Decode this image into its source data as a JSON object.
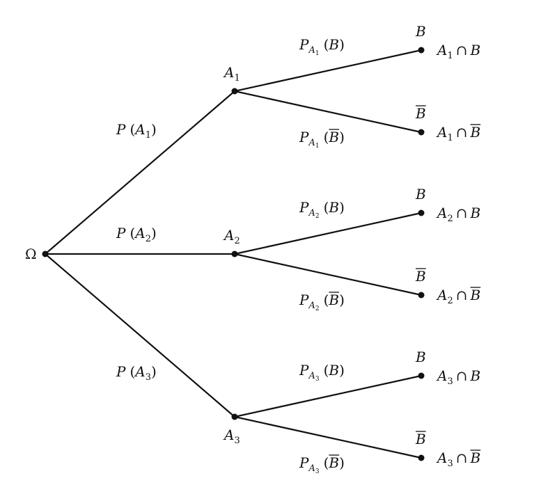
{
  "root": {
    "label": "Ω"
  },
  "tree": {
    "branches": [
      {
        "event": {
          "base": "A",
          "sub": "1"
        },
        "edge_prob": {
          "P": "P",
          "open": "(",
          "base": "A",
          "sub": "1",
          "close": ")"
        },
        "leaves": [
          {
            "node": {
              "base": "B",
              "bar": false
            },
            "edge_prob": {
              "P": "P",
              "pbase": "A",
              "psub": "1",
              "arg": "B",
              "bar": false,
              "open": "(",
              "close": ")"
            },
            "outcome": {
              "base": "A",
              "sub": "1",
              "cap": "∩",
              "arg": "B",
              "bar": false
            }
          },
          {
            "node": {
              "base": "B",
              "bar": true
            },
            "edge_prob": {
              "P": "P",
              "pbase": "A",
              "psub": "1",
              "arg": "B",
              "bar": true,
              "open": "(",
              "close": ")"
            },
            "outcome": {
              "base": "A",
              "sub": "1",
              "cap": "∩",
              "arg": "B",
              "bar": true
            }
          }
        ]
      },
      {
        "event": {
          "base": "A",
          "sub": "2"
        },
        "edge_prob": {
          "P": "P",
          "open": "(",
          "base": "A",
          "sub": "2",
          "close": ")"
        },
        "leaves": [
          {
            "node": {
              "base": "B",
              "bar": false
            },
            "edge_prob": {
              "P": "P",
              "pbase": "A",
              "psub": "2",
              "arg": "B",
              "bar": false,
              "open": "(",
              "close": ")"
            },
            "outcome": {
              "base": "A",
              "sub": "2",
              "cap": "∩",
              "arg": "B",
              "bar": false
            }
          },
          {
            "node": {
              "base": "B",
              "bar": true
            },
            "edge_prob": {
              "P": "P",
              "pbase": "A",
              "psub": "2",
              "arg": "B",
              "bar": true,
              "open": "(",
              "close": ")"
            },
            "outcome": {
              "base": "A",
              "sub": "2",
              "cap": "∩",
              "arg": "B",
              "bar": true
            }
          }
        ]
      },
      {
        "event": {
          "base": "A",
          "sub": "3"
        },
        "edge_prob": {
          "P": "P",
          "open": "(",
          "base": "A",
          "sub": "3",
          "close": ")"
        },
        "leaves": [
          {
            "node": {
              "base": "B",
              "bar": false
            },
            "edge_prob": {
              "P": "P",
              "pbase": "A",
              "psub": "3",
              "arg": "B",
              "bar": false,
              "open": "(",
              "close": ")"
            },
            "outcome": {
              "base": "A",
              "sub": "3",
              "cap": "∩",
              "arg": "B",
              "bar": false
            }
          },
          {
            "node": {
              "base": "B",
              "bar": true
            },
            "edge_prob": {
              "P": "P",
              "pbase": "A",
              "psub": "3",
              "arg": "B",
              "bar": true,
              "open": "(",
              "close": ")"
            },
            "outcome": {
              "base": "A",
              "sub": "3",
              "cap": "∩",
              "arg": "B",
              "bar": true
            }
          }
        ]
      }
    ]
  }
}
